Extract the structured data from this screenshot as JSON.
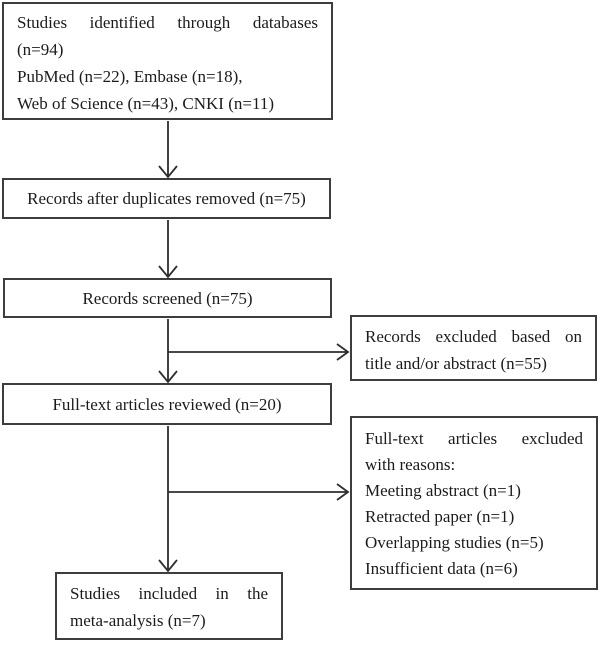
{
  "diagram": {
    "type": "prisma-study-selection-flowchart",
    "boxes": {
      "identified": {
        "lines": [
          "Studies identified through databases",
          "(n=94)",
          "PubMed (n=22), Embase (n=18),",
          "Web of Science (n=43), CNKI (n=11)"
        ]
      },
      "duplicates_removed": {
        "text": "Records after duplicates removed (n=75)"
      },
      "screened": {
        "text": "Records screened (n=75)"
      },
      "fulltext_reviewed": {
        "text": "Full-text articles reviewed (n=20)"
      },
      "excluded_title_abstract": {
        "lines": [
          "Records excluded based on",
          "title and/or abstract (n=55)"
        ]
      },
      "excluded_fulltext": {
        "lines": [
          "Full-text articles excluded",
          "with reasons:",
          "Meeting abstract (n=1)",
          "Retracted paper (n=1)",
          "Overlapping studies (n=5)",
          "Insufficient data (n=6)"
        ]
      },
      "included": {
        "lines": [
          "Studies included in the",
          "meta-analysis (n=7)"
        ]
      }
    },
    "colors": {
      "box_border": "#3d3d3d",
      "text": "#1b1b1b",
      "arrow": "#2e2e2e",
      "background": "#ffffff"
    }
  }
}
